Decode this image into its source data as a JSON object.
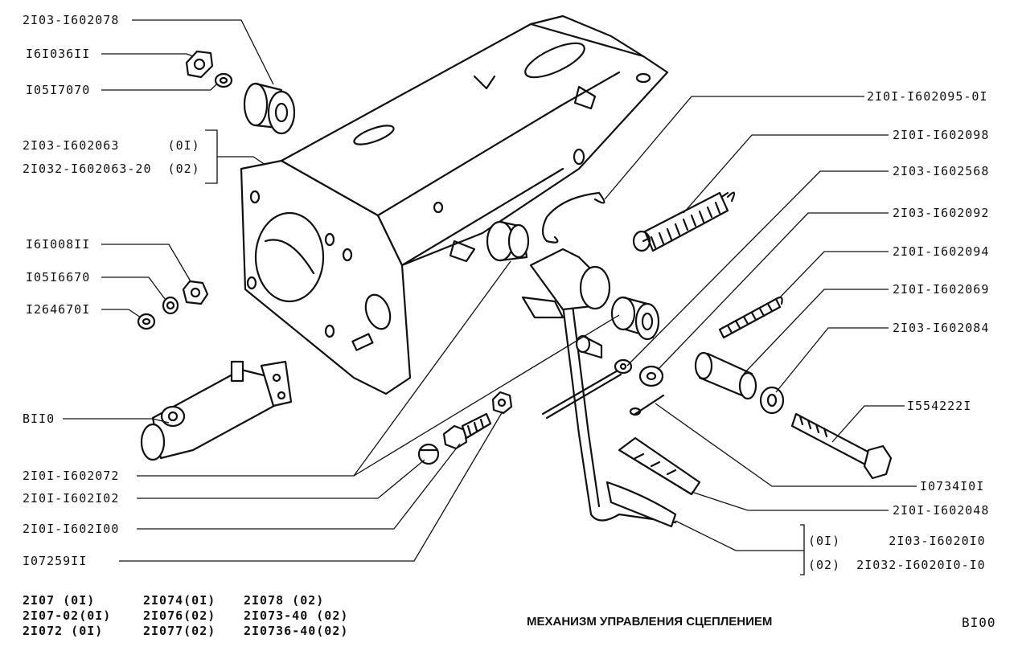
{
  "title": "МЕХАНИЗМ УПРАВЛЕНИЯ СЦЕПЛЕНИЕМ",
  "sheet_code": "BI00",
  "parts_left": [
    "2I03-I602078",
    "I6I036II",
    "I05I7070",
    "2I03-I602063      (0I)",
    "2I032-I602063-20  (02)",
    "I6I008II",
    "I05I6670",
    "I264670I",
    "BII0",
    "2I0I-I602072",
    "2I0I-I602I02",
    "2I0I-I602I00",
    "I07259II"
  ],
  "parts_right": [
    "2I0I-I602095-0I",
    "2I0I-I602098",
    "2I03-I602568",
    "2I03-I602092",
    "2I0I-I602094",
    "2I0I-I602069",
    "2I03-I602084",
    "I554222I",
    "I0734I0I",
    "2I0I-I602048",
    "(0I)      2I03-I6020I0",
    "(02)  2I032-I6020I0-I0"
  ],
  "models": [
    [
      "2I07    (0I)",
      "2I074(0I)",
      "2I078     (02)"
    ],
    [
      "2I07-02(0I)",
      "2I076(02)",
      "2I073-40  (02)"
    ],
    [
      "2I072    (0I)",
      "2I077(02)",
      "2I0736-40(02)"
    ]
  ]
}
